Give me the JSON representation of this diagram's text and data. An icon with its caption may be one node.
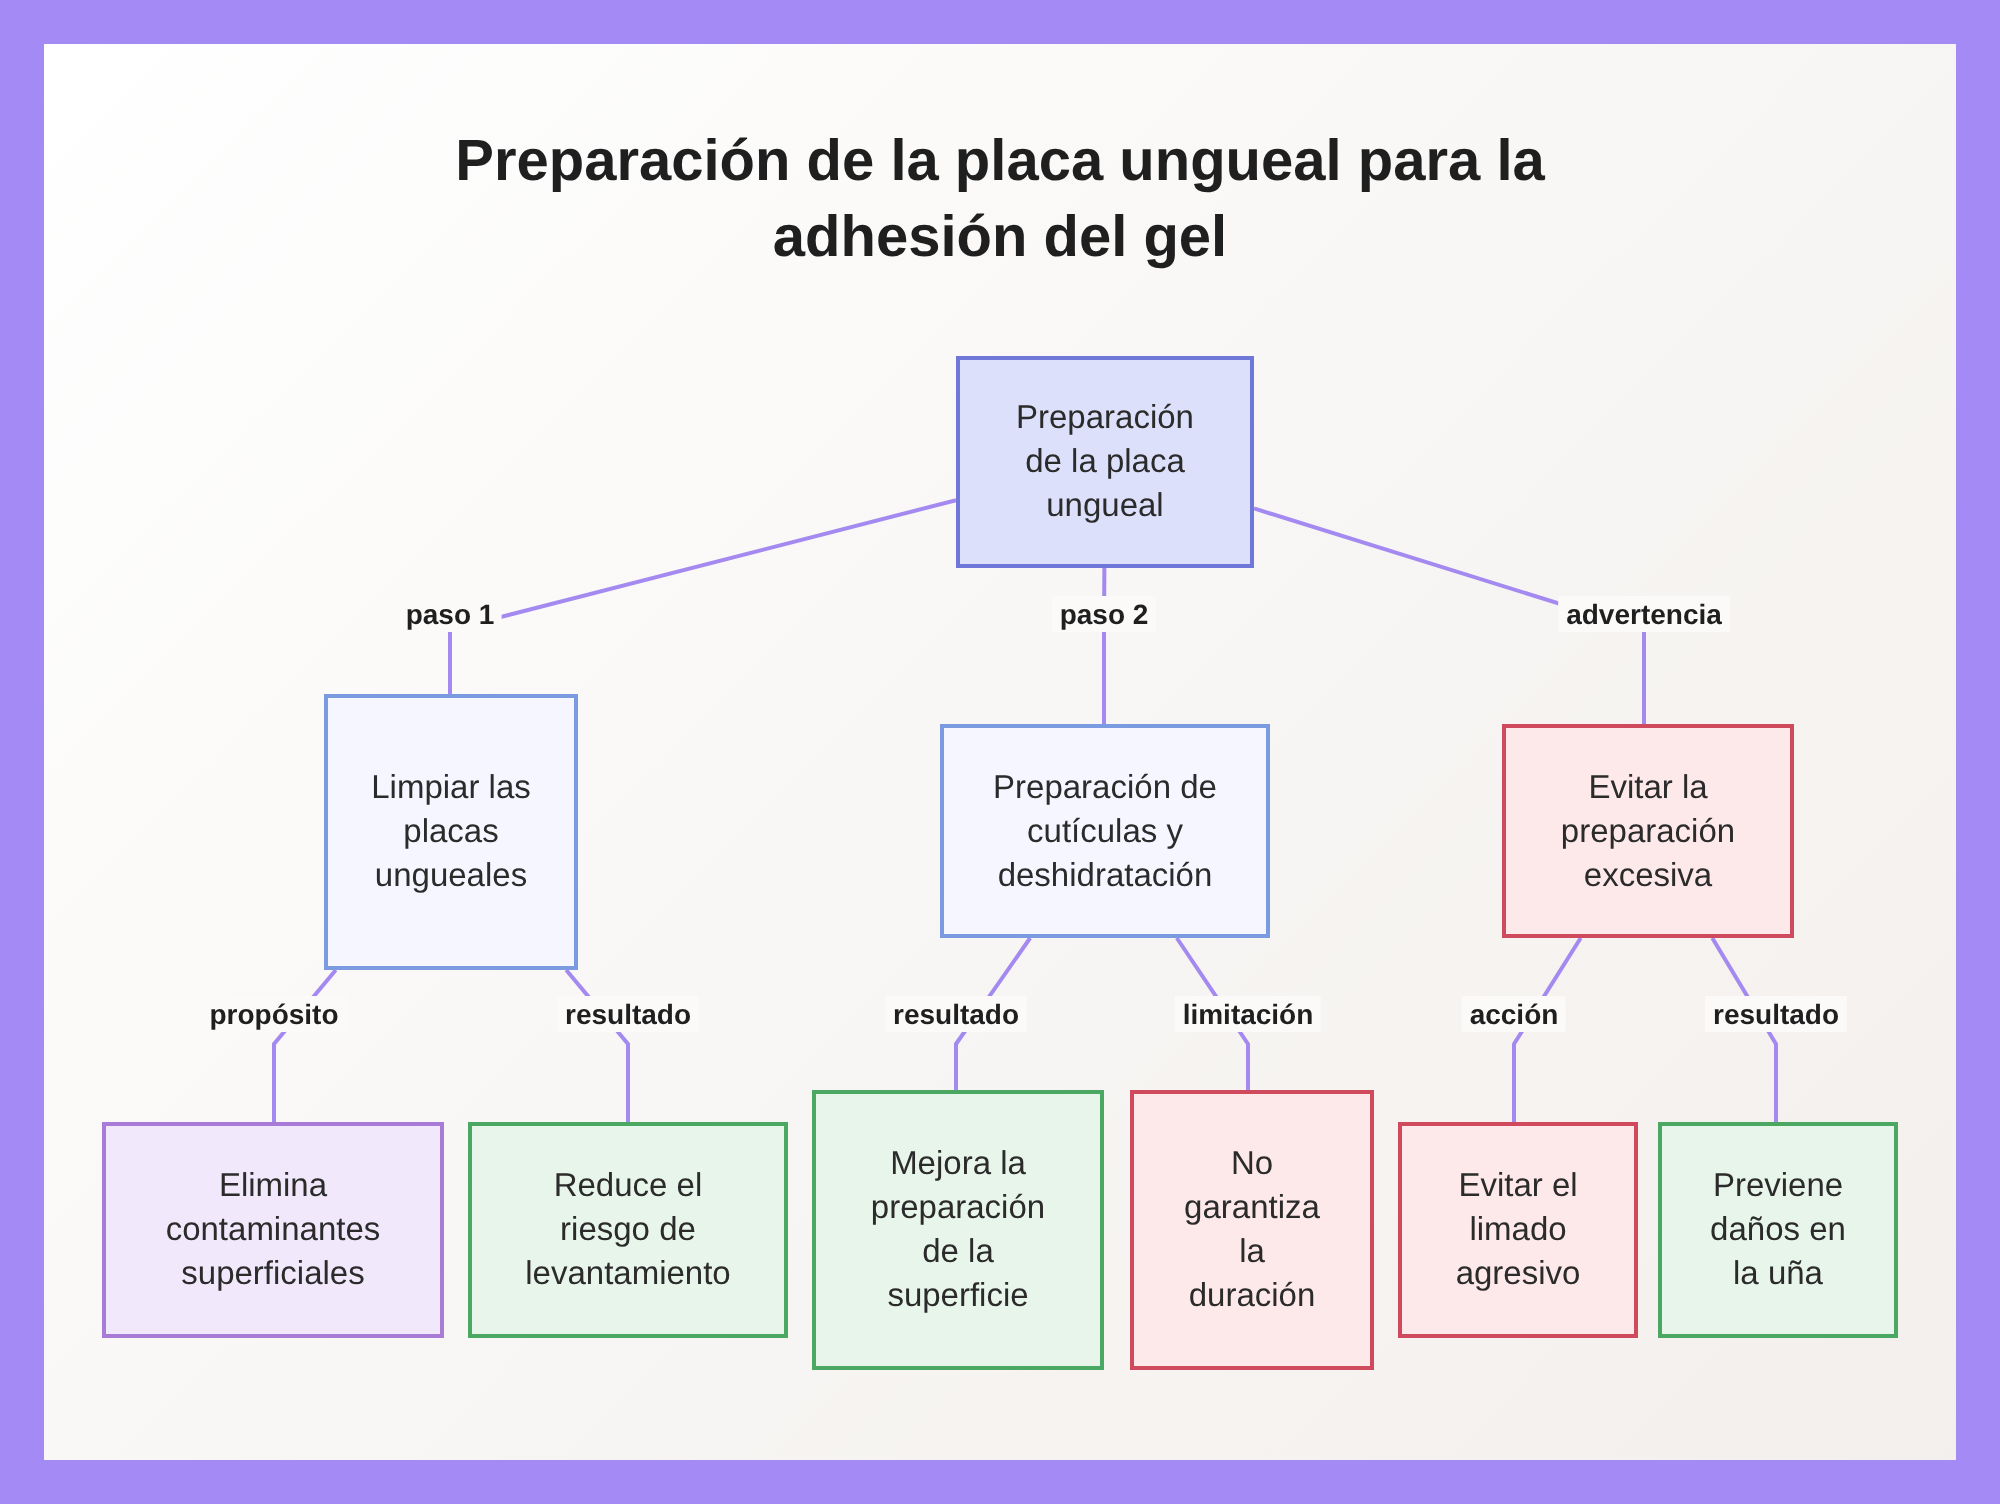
{
  "diagram": {
    "title": "Preparación de la placa ungueal para la adhesión del gel",
    "nodes": [
      {
        "text": [
          "Preparación de la placa ungueal"
        ]
      },
      {
        "text": [
          "Limpiar las placas ungueales"
        ]
      },
      {
        "text": [
          "Preparación de cutículas y deshidratación"
        ]
      },
      {
        "text": [
          "Evitar la preparación excesiva"
        ]
      },
      {
        "text": [
          "Elimina contaminantes superficiales"
        ]
      },
      {
        "text": [
          "Reduce el riesgo de levantamiento"
        ]
      },
      {
        "text": [
          "Mejora la preparación de la superficie"
        ]
      },
      {
        "text": [
          "No garantiza la duración"
        ]
      },
      {
        "text": [
          "Evitar el limado agresivo"
        ]
      },
      {
        "text": [
          "Previene daños en la uña"
        ]
      }
    ],
    "edges": [
      {
        "from": 0,
        "to": 1,
        "arrow": "none",
        "label": "paso 1"
      },
      {
        "from": 0,
        "to": 2,
        "arrow": "none",
        "label": "paso 2"
      },
      {
        "from": 0,
        "to": 3,
        "arrow": "none",
        "label": "advertencia"
      },
      {
        "from": 1,
        "to": 4,
        "arrow": "none",
        "label": "propósito"
      },
      {
        "from": 1,
        "to": 5,
        "arrow": "none",
        "label": "resultado"
      },
      {
        "from": 2,
        "to": 6,
        "arrow": "none",
        "label": "resultado"
      },
      {
        "from": 2,
        "to": 7,
        "arrow": "none",
        "label": "limitación"
      },
      {
        "from": 3,
        "to": 8,
        "arrow": "none",
        "label": "acción"
      },
      {
        "from": 3,
        "to": 9,
        "arrow": "none",
        "label": "resultado"
      }
    ]
  }
}
